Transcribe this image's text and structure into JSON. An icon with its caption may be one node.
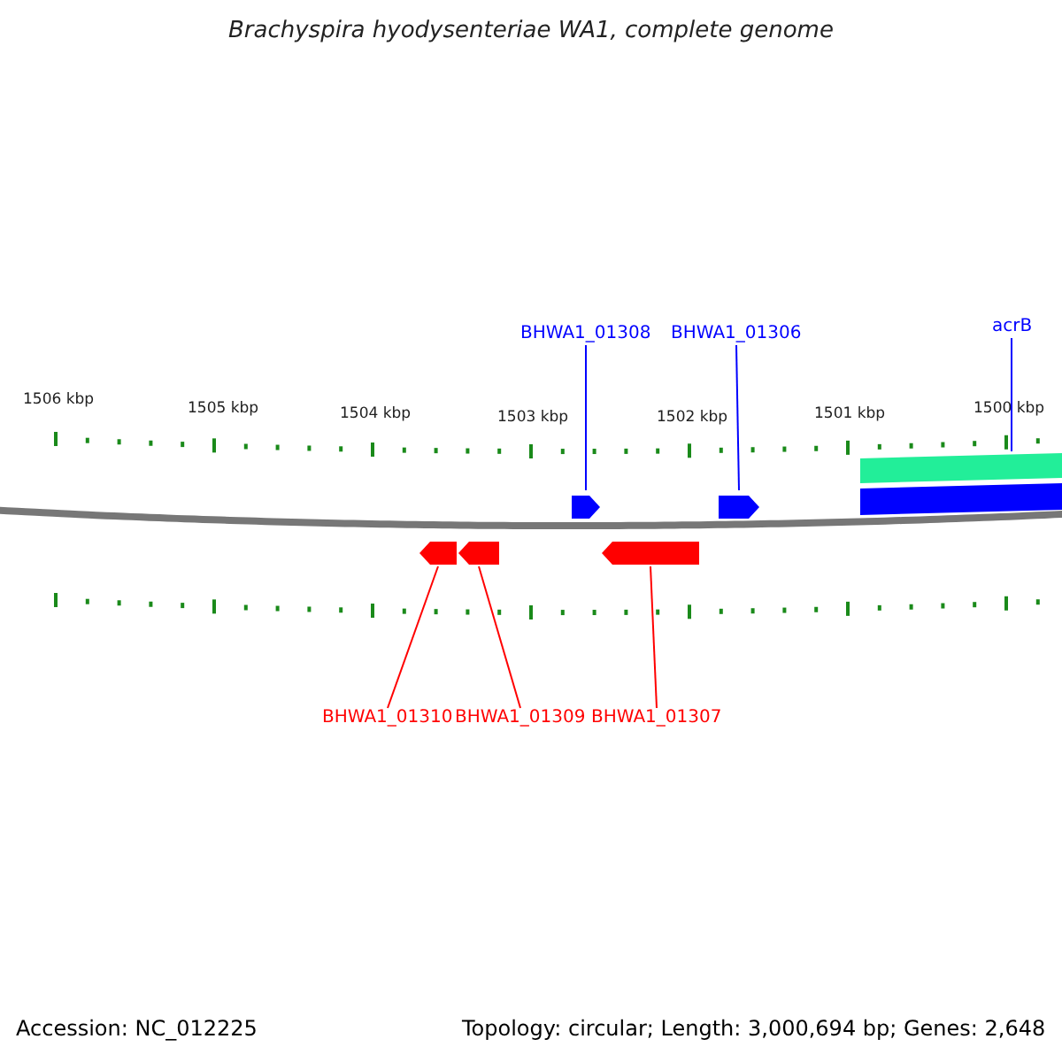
{
  "diagram": {
    "title": "Brachyspira hyodysenteriae WA1, complete genome",
    "nodes": [
      {
        "text": [
          "BHWA1_01308"
        ]
      },
      {
        "text": [
          "BHWA1_01306"
        ]
      },
      {
        "text": [
          "acrB"
        ]
      },
      {
        "text": [],
        "shape": "bar"
      },
      {
        "text": [],
        "shape": "arrow"
      },
      {
        "text": [],
        "shape": "arrow"
      },
      {
        "text": [],
        "shape": "bar"
      },
      {
        "text": [],
        "shape": "arrow"
      },
      {
        "text": [],
        "shape": "arrow"
      },
      {
        "text": [],
        "shape": "bar"
      },
      {
        "text": [
          "BHWA1_01310"
        ]
      },
      {
        "text": [
          "BHWA1_01309"
        ]
      },
      {
        "text": [
          "BHWA1_01307"
        ]
      }
    ],
    "edges": [
      {
        "from": 0,
        "to": 4,
        "arrow": "none",
        "color": "#0000ff"
      },
      {
        "from": 1,
        "to": 5,
        "arrow": "none",
        "color": "#0000ff"
      },
      {
        "from": 2,
        "to": 3,
        "arrow": "none",
        "color": "#0000ff"
      },
      {
        "from": 10,
        "to": 7,
        "arrow": "none",
        "color": "#ff0000"
      },
      {
        "from": 11,
        "to": 8,
        "arrow": "none",
        "color": "#ff0000"
      },
      {
        "from": 12,
        "to": 9,
        "arrow": "none",
        "color": "#ff0000"
      }
    ],
    "labels": [
      "1506 kbp",
      "1505 kbp",
      "1504 kbp",
      "1503 kbp",
      "1502 kbp",
      "1501 kbp",
      "1500 kbp",
      "Accession: NC_012225",
      "Topology: circular; Length: 3,000,694 bp; Genes: 2,648"
    ]
  }
}
